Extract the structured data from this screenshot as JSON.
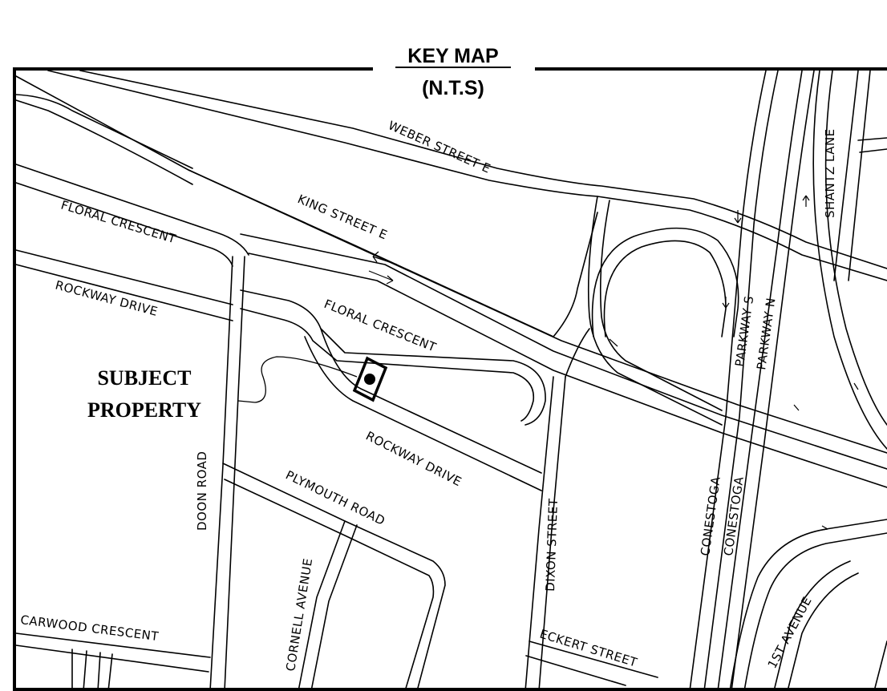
{
  "title": {
    "line1": "KEY MAP",
    "line2": "(N.T.S)"
  },
  "subject": {
    "line1": "SUBJECT",
    "line2": "PROPERTY"
  },
  "streets": {
    "weber": "WEBER STREET E",
    "king": "KING STREET E",
    "floral_west": "FLORAL CRESCENT",
    "floral_east": "FLORAL CRESCENT",
    "rockway_west": "ROCKWAY DRIVE",
    "rockway_east": "ROCKWAY DRIVE",
    "plymouth": "PLYMOUTH ROAD",
    "doon": "DOON ROAD",
    "cornell": "CORNELL AVENUE",
    "carwood": "CARWOOD CRESCENT",
    "dixon": "DIXON STREET",
    "eckert": "ECKERT STREET",
    "conestoga_1": "CONESTOGA",
    "conestoga_2": "CONESTOGA",
    "parkway_s": "PARKWAY   S",
    "parkway_n": "PARKWAY   N",
    "shantz": "SHANTZ LANE",
    "first_ave": "1ST AVENUE"
  },
  "colors": {
    "ink": "#000000",
    "paper": "#ffffff"
  }
}
